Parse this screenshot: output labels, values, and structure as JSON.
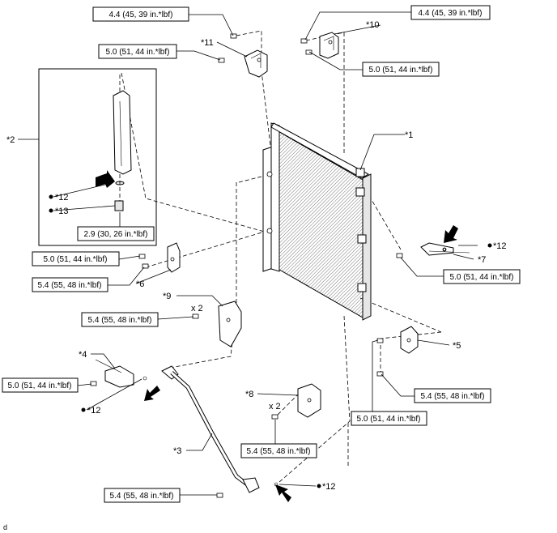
{
  "torque_labels": {
    "t_top_left": "4.4 (45, 39 in.*lbf)",
    "t_top_right": "4.4 (45, 39 in.*lbf)",
    "t_11": "5.0 (51, 44 in.*lbf)",
    "t_10": "5.0 (51, 44 in.*lbf)",
    "t_drain": "2.9 (30, 26 in.*lbf)",
    "t_6a": "5.0 (51, 44 in.*lbf)",
    "t_6b": "5.4 (55, 48 in.*lbf)",
    "t_7": "5.0 (51, 44 in.*lbf)",
    "t_9": "5.4 (55, 48 in.*lbf)",
    "t_4": "5.0 (51, 44 in.*lbf)",
    "t_5": "5.4 (55, 48 in.*lbf)",
    "t_5b": "5.0 (51, 44 in.*lbf)",
    "t_8": "5.4 (55, 48 in.*lbf)",
    "t_3": "5.4 (55, 48 in.*lbf)"
  },
  "callouts": {
    "c1": "*1",
    "c2": "*2",
    "c3": "*3",
    "c4": "*4",
    "c5": "*5",
    "c6": "*6",
    "c7": "*7",
    "c8": "*8",
    "c9": "*9",
    "c10": "*10",
    "c11": "*11",
    "c12a": "*12",
    "c12b": "*12",
    "c12c": "*12",
    "c12d": "*12",
    "c13": "*13"
  },
  "quantity_labels": {
    "q9": "x 2",
    "q8": "x 2"
  },
  "corner_mark": "d"
}
